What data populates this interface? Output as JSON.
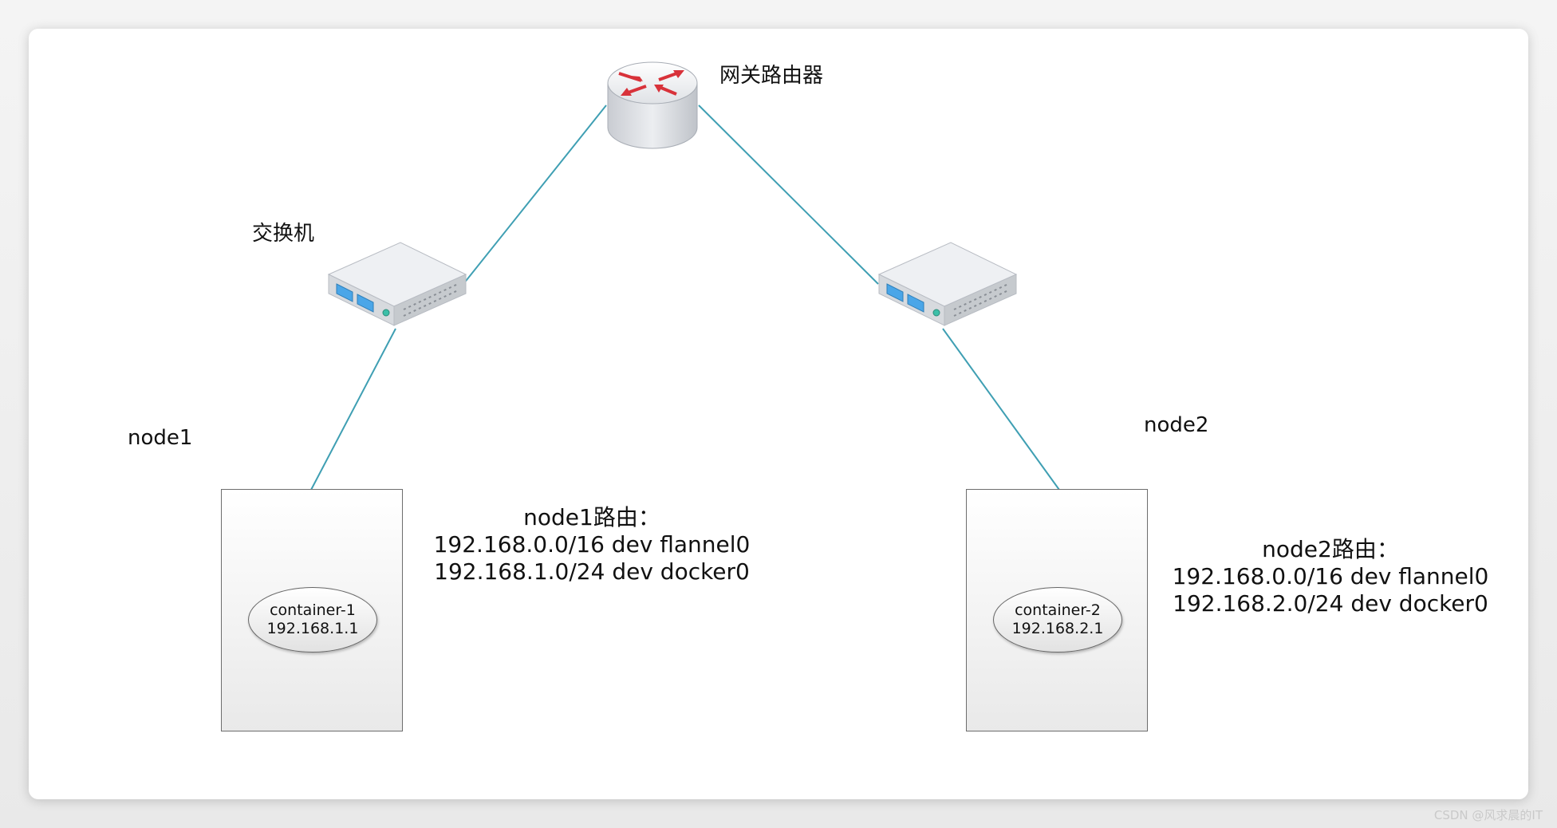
{
  "diagram": {
    "router": {
      "label": "网关路由器",
      "icon": "router-icon"
    },
    "switch_label": "交换机",
    "switches": [
      {
        "icon": "switch-icon"
      },
      {
        "icon": "switch-icon"
      }
    ],
    "nodes": [
      {
        "label": "node1",
        "container": {
          "name": "container-1",
          "ip": "192.168.1.1"
        },
        "routes_title": "node1路由：",
        "routes": [
          "192.168.0.0/16 dev flannel0",
          "192.168.1.0/24 dev docker0"
        ]
      },
      {
        "label": "node2",
        "container": {
          "name": "container-2",
          "ip": "192.168.2.1"
        },
        "routes_title": "node2路由：",
        "routes": [
          "192.168.0.0/16 dev flannel0",
          "192.168.2.0/24 dev docker0"
        ]
      }
    ],
    "link_color": "#3f9fb3",
    "watermark": "CSDN @风求晨的IT"
  }
}
